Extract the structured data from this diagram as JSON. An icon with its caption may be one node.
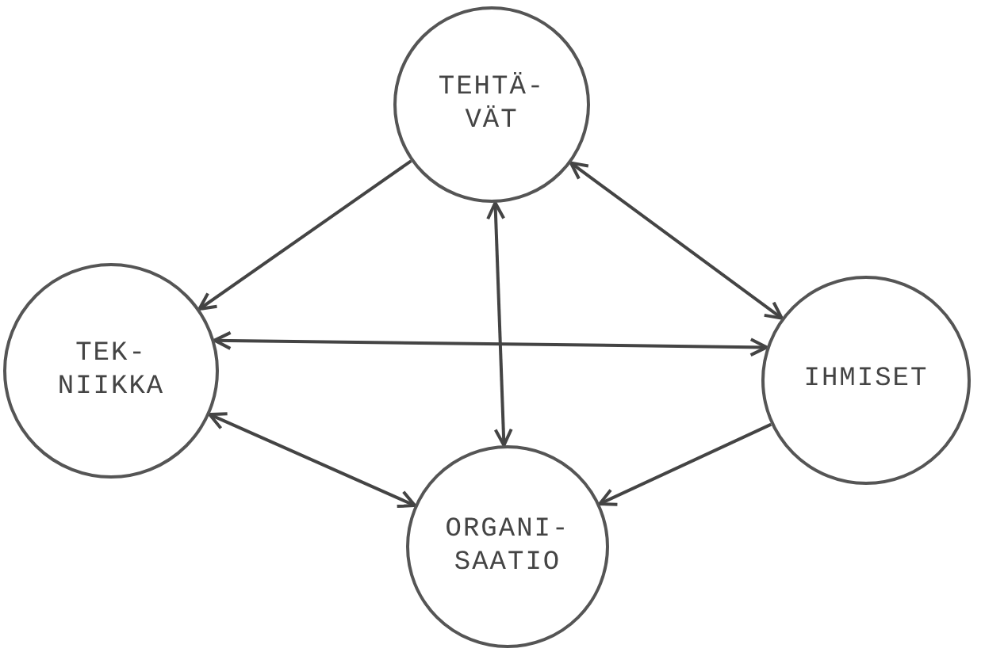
{
  "diagram": {
    "nodes": [
      {
        "text": [
          "TEHTÄ- VÄT"
        ]
      },
      {
        "text": [
          "TEK- NIIKKA"
        ]
      },
      {
        "text": [
          "IHMISET"
        ]
      },
      {
        "text": [
          "ORGANI- SAATIO"
        ]
      }
    ],
    "edges": [
      {
        "from": 0,
        "to": 1,
        "arrow": "to"
      },
      {
        "from": 0,
        "to": 2,
        "arrow": "both"
      },
      {
        "from": 1,
        "to": 2,
        "arrow": "both"
      },
      {
        "from": 0,
        "to": 3,
        "arrow": "both"
      },
      {
        "from": 1,
        "to": 3,
        "arrow": "both"
      },
      {
        "from": 2,
        "to": 3,
        "arrow": "to"
      }
    ]
  }
}
